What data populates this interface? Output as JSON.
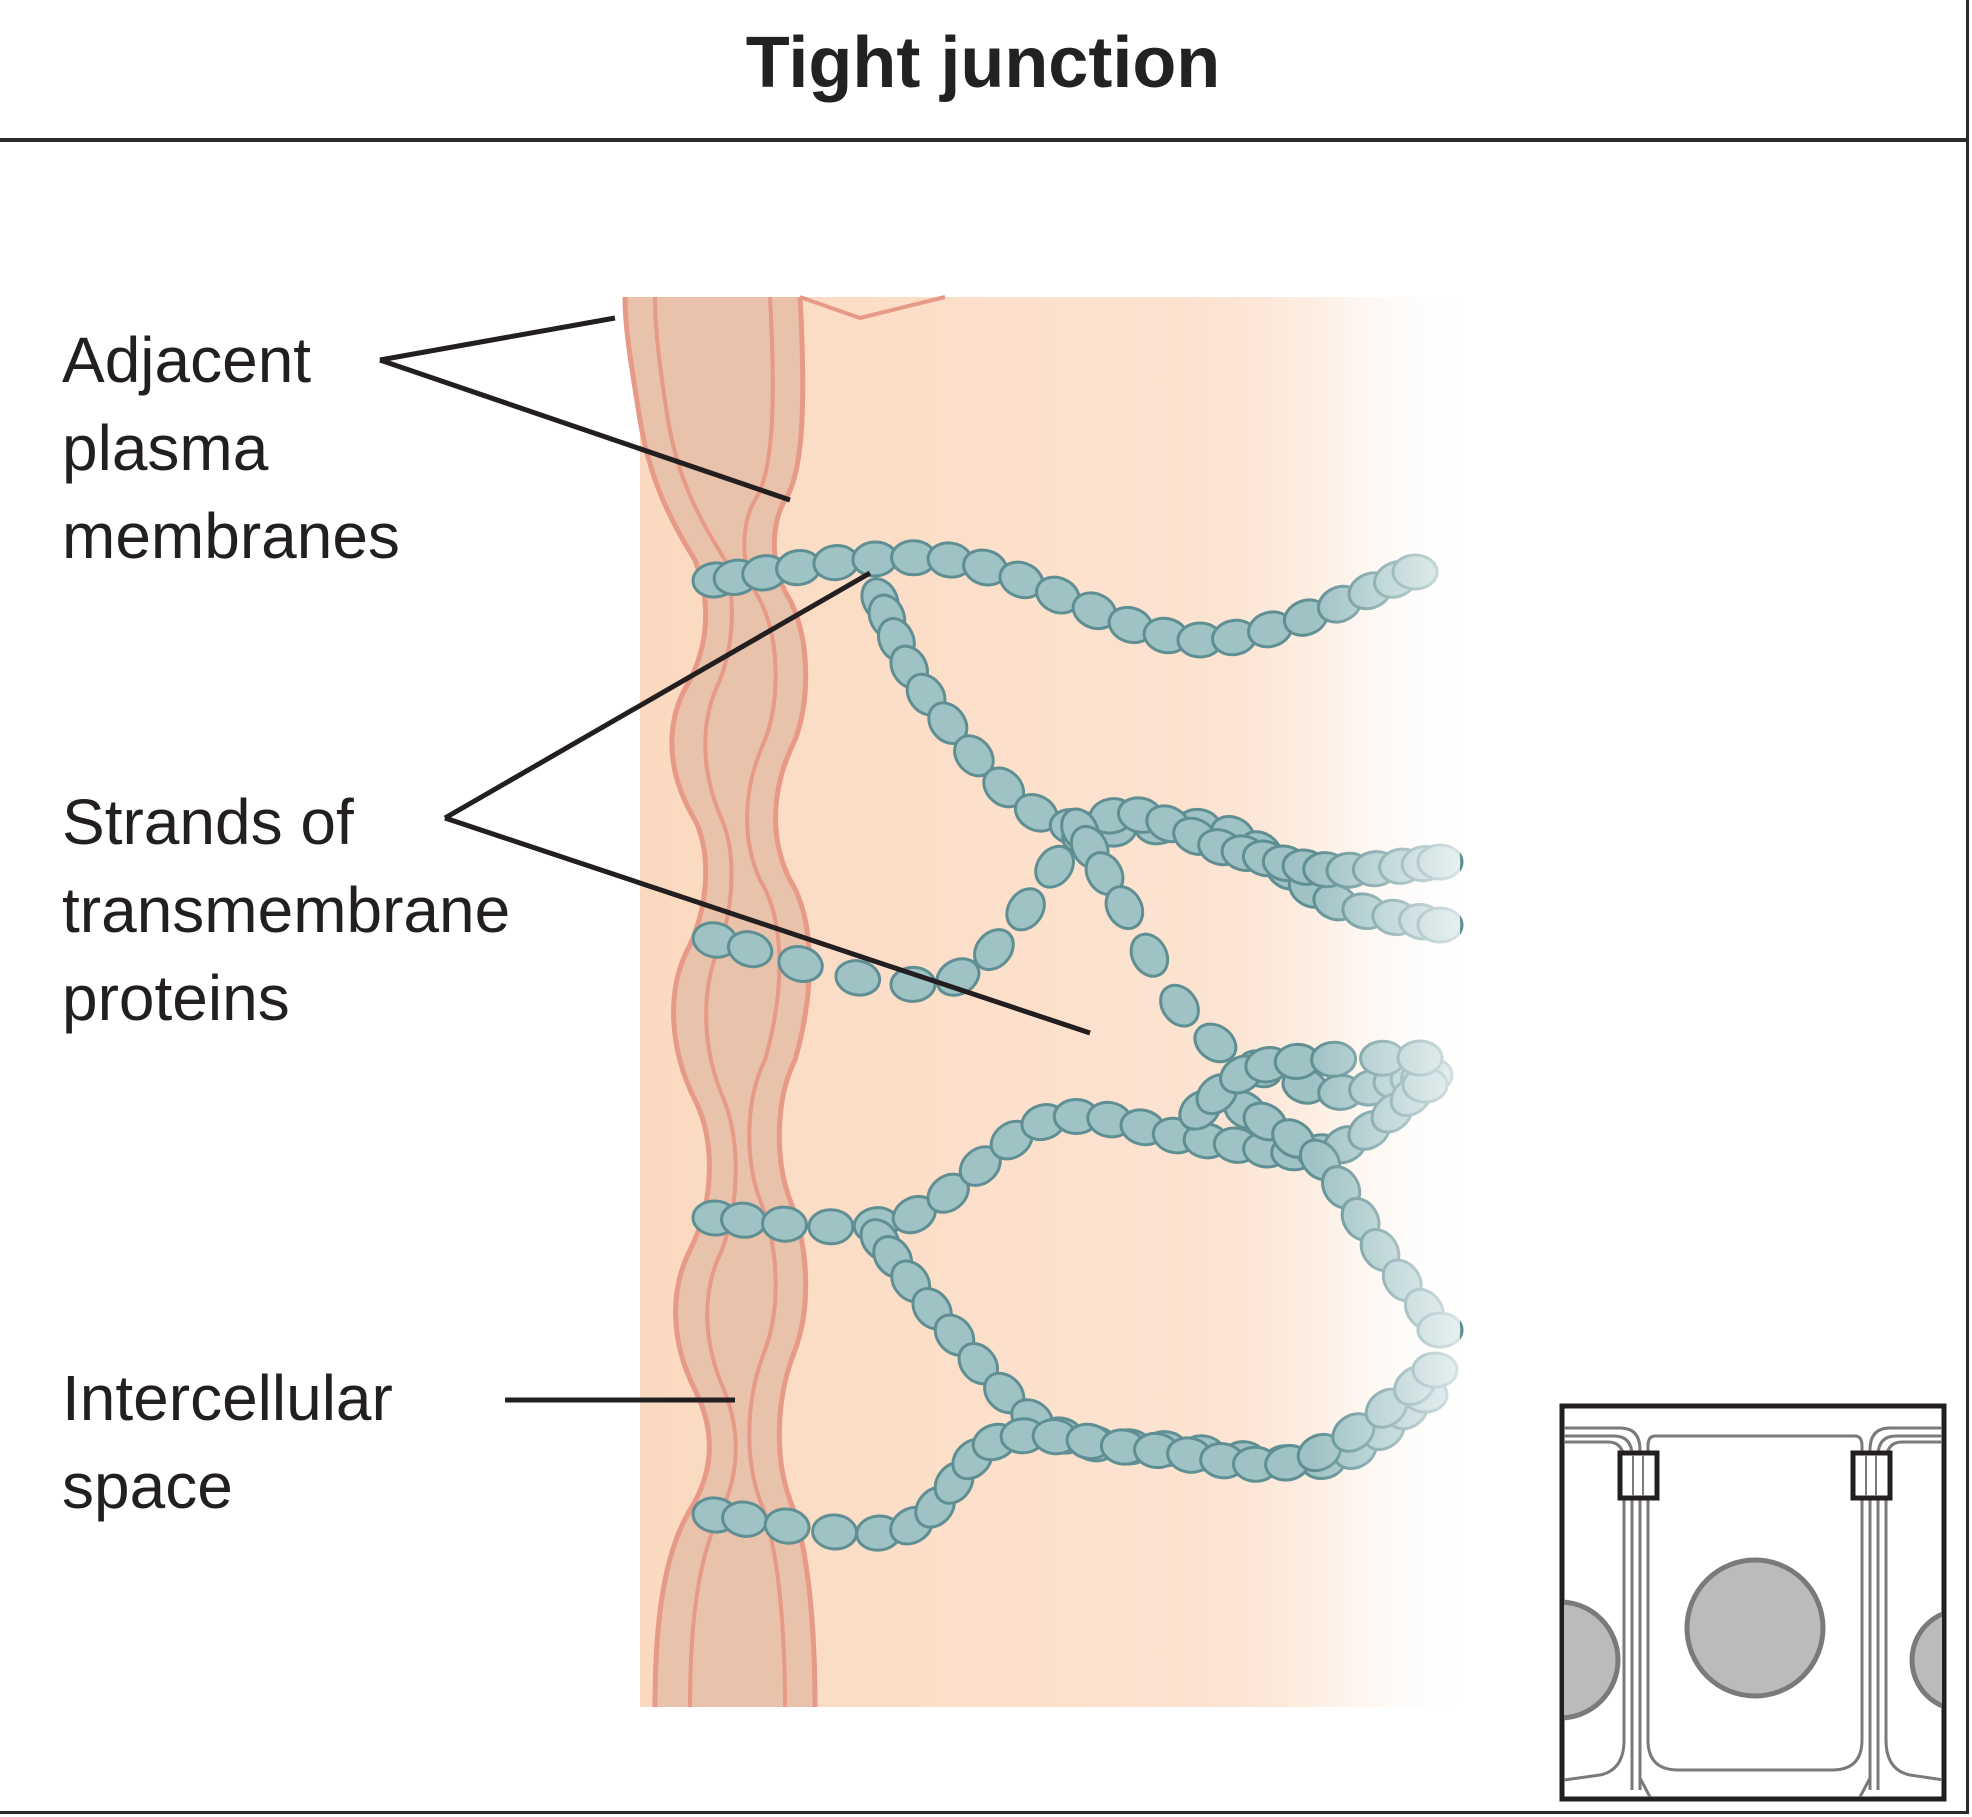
{
  "title": "Tight junction",
  "labels": {
    "membranes": "Adjacent\nplasma\nmembranes",
    "strands": "Strands of\ntransmembrane\nproteins",
    "space": "Intercellular\nspace"
  },
  "colors": {
    "cell": "#fbdcc4",
    "intercellular": "#e8bfa8",
    "membrane": "#e79a88",
    "bead": "#9fc2c4",
    "bead_stroke": "#5f8f93",
    "leader": "#231f20",
    "inset_cytoplasm": "#ffffff",
    "inset_nucleus": "#b9bbbd"
  },
  "icons": {
    "inset": "epithelial-cells-locator-icon"
  }
}
